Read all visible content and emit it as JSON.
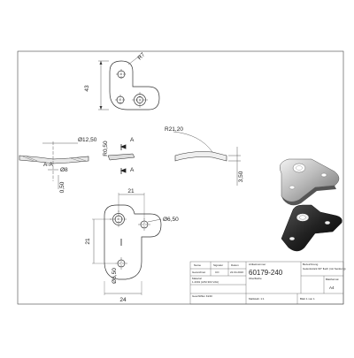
{
  "drawing": {
    "top_view": {
      "dim_height": "43",
      "dim_radius_outer": "R7"
    },
    "section": {
      "label": "A-A",
      "dim_diameter": "Ø12,50",
      "dim_radius": "R0,50",
      "dim_hole": "Ø8",
      "dim_thickness": "0,50",
      "cut_label_top": "A",
      "cut_label_bottom": "A"
    },
    "side_view": {
      "dim_radius": "R21,20",
      "dim_thickness": "3,50"
    },
    "bottom_view": {
      "dim_width_top": "21",
      "dim_height_left": "21",
      "dim_hole_right": "Ø6,50",
      "dim_hole_bottom": "Ø6,50",
      "dim_width_bottom": "24"
    },
    "title_block": {
      "col_name": "Name",
      "col_signature": "Signatur",
      "col_date": "Datum",
      "row_drawn": "Gezeichnet",
      "drawn_name": "CO",
      "drawn_date": "22.04.2016",
      "material_label": "Material",
      "material_value": "1.4301 (AISI 304 V2A)",
      "description_label": "Artikelnummer",
      "article_number": "60179-240",
      "title_label": "Bezeichnung",
      "title_value": "Gelenkstück 90° flach (mit Senkung)",
      "extra_label": "Oberfläche",
      "surface_value": "Geschliffen K240",
      "scale_label": "Maßstab: 1:1",
      "sheet_label": "Blatt 1 von 1",
      "size_label": "Blattformat",
      "size_value": "A4"
    }
  }
}
